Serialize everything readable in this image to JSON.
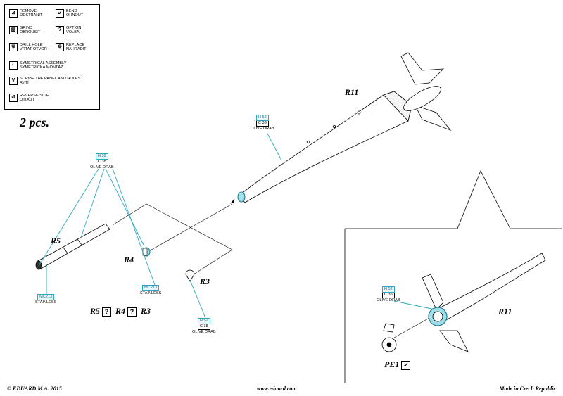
{
  "legend": {
    "remove": [
      "REMOVE",
      "ODSTRANIT"
    ],
    "bend": [
      "BEND",
      "OHNOUT"
    ],
    "grind": [
      "GRIND",
      "OBROUSIT"
    ],
    "option": [
      "OPTION",
      "VOLBA"
    ],
    "drill": [
      "DRILL HOLE",
      "VRTAT OTVOR"
    ],
    "replace": [
      "REPLACE",
      "NAHRADIT"
    ],
    "symmetrical": [
      "SYMETRICAL ASSEMBLY",
      "SYMETRICKÁ MONTÁŽ"
    ],
    "scribe": [
      "SCRIBE THE PANEL AND HOLES",
      "RYTÍ"
    ],
    "reverse": [
      "REVERSE SIDE",
      "OTOČIT"
    ]
  },
  "quantity": "2 pcs.",
  "parts": {
    "r11": "R11",
    "r5": "R5",
    "r4": "R4",
    "r3": "R3",
    "pe1": "PE1"
  },
  "paint": {
    "olive": {
      "h": "H 52",
      "c": "C 38",
      "name": "OLIVE DRAB"
    },
    "stainless": {
      "h": "MC213",
      "name": "STAINLESS"
    }
  },
  "options_row": {
    "r5": "R5",
    "r4": "R4",
    "r3": "R3",
    "mark": "?"
  },
  "pe1_mark": "✓",
  "footer": {
    "left": "© EDUARD  M.A. 2015",
    "center": "www.eduard.com",
    "right": "Made in Czech Republic"
  },
  "colors": {
    "accent": "#2ea8c0",
    "accent_text": "#1e7d92"
  }
}
